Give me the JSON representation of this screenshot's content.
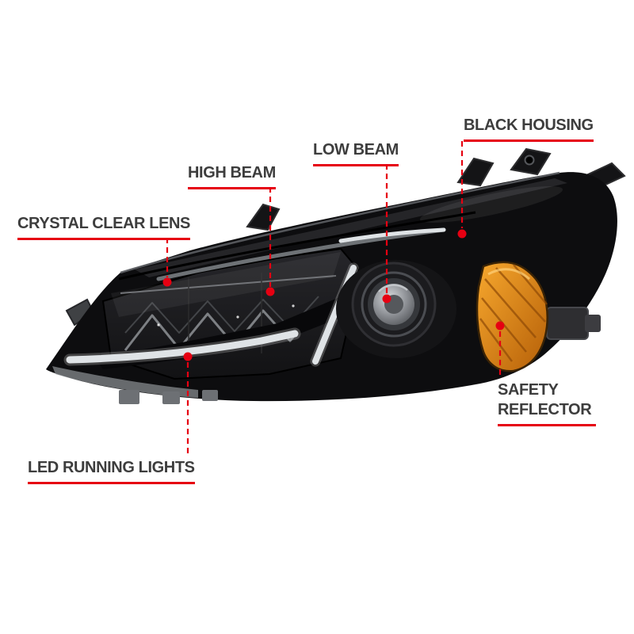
{
  "diagram": {
    "type": "annotated-product-diagram",
    "subject": "projector-headlight",
    "colors": {
      "accent": "#e60012",
      "housing": "#0d0d0f",
      "amber": "#e8941f",
      "drl": "#dfe3e6",
      "background": "#ffffff",
      "label_text": "#3d3d3d"
    },
    "annotations": [
      {
        "id": "crystal-clear-lens",
        "label": "CRYSTAL CLEAR LENS"
      },
      {
        "id": "high-beam",
        "label": "HIGH BEAM"
      },
      {
        "id": "low-beam",
        "label": "LOW BEAM"
      },
      {
        "id": "black-housing",
        "label": "BLACK HOUSING"
      },
      {
        "id": "safety-reflector",
        "label": "SAFETY REFLECTOR"
      },
      {
        "id": "led-running-lights",
        "label": "LED RUNNING LIGHTS"
      }
    ]
  }
}
